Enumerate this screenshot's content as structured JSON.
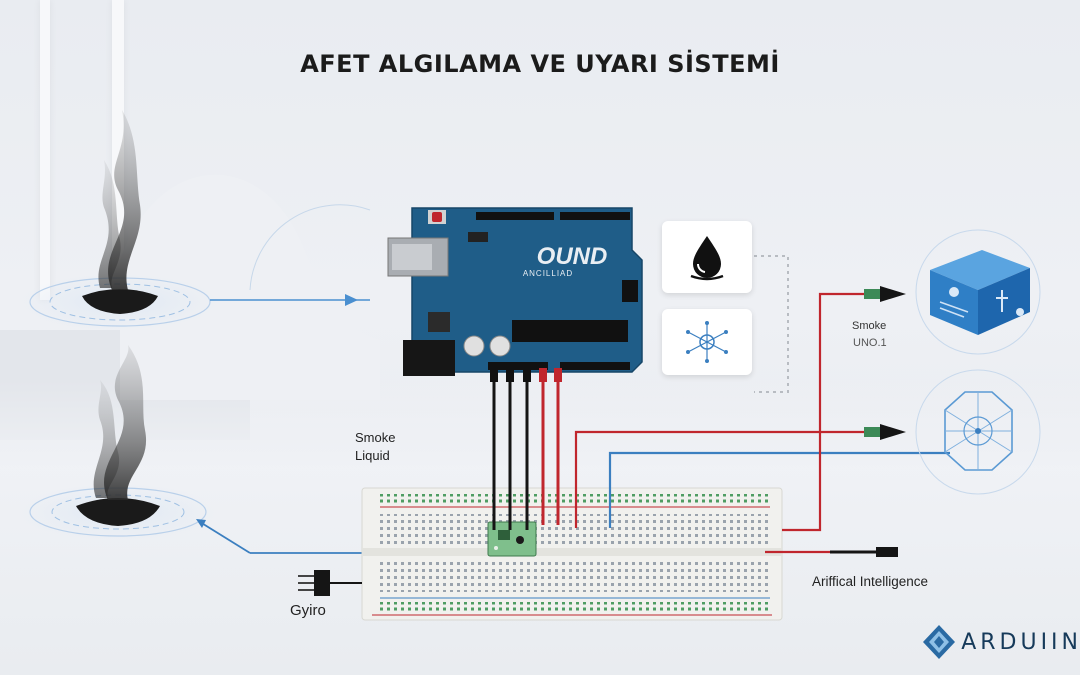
{
  "title": "AFET ALGILAMA VE UYARI SİSTEMİ",
  "board": {
    "logo_main": "OUND",
    "logo_sub": "ANCILLIAD"
  },
  "labels": {
    "smoke_liquid_line1": "Smoke",
    "smoke_liquid_line2": "Liquid",
    "smoke_right": "Smoke",
    "uno_right": "UNO.1",
    "gyiro": "Gyiro",
    "ai": "Ariffical Intelligence"
  },
  "icons": {
    "water_drop": "water-drop-icon",
    "network": "network-node-icon",
    "cube": "cube-module-icon",
    "sphere": "wireframe-sphere-icon",
    "brand_logo": "arduino-diamond-logo-icon"
  },
  "brand": {
    "name": "ARDUIIN"
  },
  "colors": {
    "board_blue": "#1f5d88",
    "wire_red": "#c0262d",
    "wire_blue": "#3b7fc0",
    "wire_black": "#151515",
    "accent_blue": "#4a8fd0"
  }
}
